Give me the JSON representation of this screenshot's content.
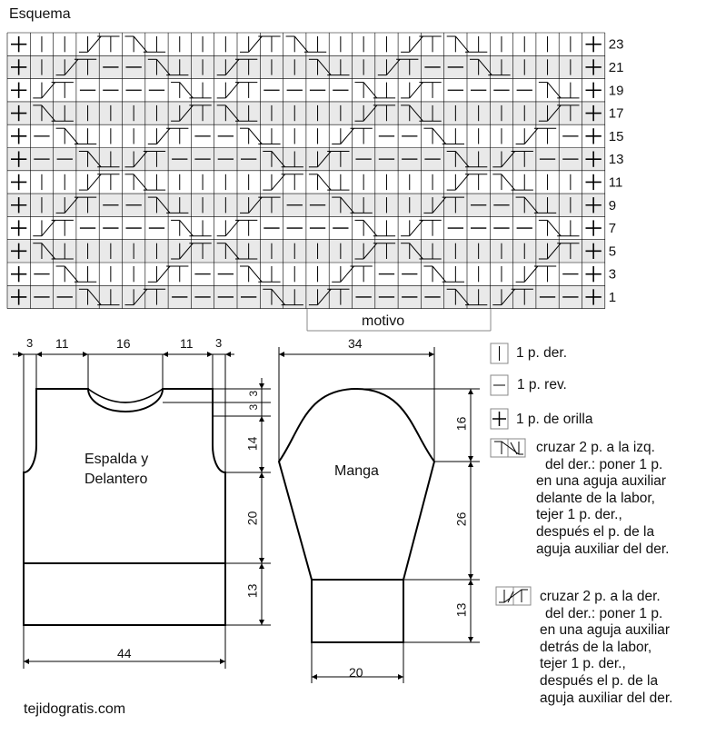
{
  "title": "Esquema",
  "motif_label": "motivo",
  "row_numbers": [
    "23",
    "21",
    "19",
    "17",
    "15",
    "13",
    "11",
    "9",
    "7",
    "5",
    "3",
    "1"
  ],
  "chart_columns": 26,
  "motif_span": {
    "from_col": 14,
    "to_col": 21
  },
  "chart_rows": [
    "E K K RX1 RX2 LX1 LX2 K K K RX1 RX2 LX1 LX2 K K K RX1 RX2 LX1 LX2 K K K K E",
    "E K RX1 RX2 P P LX1 LX2 K RX1 RX2 K K LX1 LX2 K RX1 RX2 P P LX1 LX2 K K K E",
    "E RX1 RX2 P P P P LX1 LX2 RX1 RX2 P P P P LX1 LX2 RX1 RX2 P P P P LX1 LX2 E",
    "E LX1 LX2 K K K K RX1 RX2 LX1 LX2 K K K K RX1 RX2 LX1 LX2 K K K K RX1 RX2 E",
    "E P LX1 LX2 K K RX1 RX2 P P LX1 LX2 K K RX1 RX2 P P LX1 LX2 K K RX1 RX2 P E",
    "E P P LX1 LX2 RX1 RX2 P P P P LX1 LX2 RX1 RX2 P P P P LX1 LX2 RX1 RX2 P P E",
    "E K K RX1 RX2 LX1 LX2 K K K K RX1 RX2 LX1 LX2 K K K K RX1 RX2 LX1 LX2 K K E",
    "E K RX1 RX2 P P LX1 LX2 K K RX1 RX2 P P LX1 LX2 K K RX1 RX2 P P LX1 LX2 K E",
    "E RX1 RX2 P P P P LX1 LX2 RX1 RX2 P P P P LX1 LX2 RX1 RX2 P P P P LX1 LX2 E",
    "E LX1 LX2 K K K K RX1 RX2 LX1 LX2 K K K K RX1 RX2 LX1 LX2 K K K K RX1 RX2 E",
    "E P LX1 LX2 K K RX1 RX2 P P LX1 LX2 K K RX1 RX2 P P LX1 LX2 K K RX1 RX2 P E",
    "E P P LX1 LX2 RX1 RX2 P P P P LX1 LX2 RX1 RX2 P P P P LX1 LX2 RX1 RX2 P P E"
  ],
  "body": {
    "label_line1": "Espalda y",
    "label_line2": "Delantero",
    "dim_top": [
      "3",
      "11",
      "16",
      "11",
      "3"
    ],
    "dim_right": [
      "3",
      "3",
      "14",
      "20",
      "13"
    ],
    "dim_bottom": "44"
  },
  "sleeve": {
    "label": "Manga",
    "dim_top": "34",
    "dim_right": [
      "16",
      "26",
      "13"
    ],
    "dim_bottom": "20"
  },
  "legend": {
    "knit": "1 p. der.",
    "purl": "1 p. rev.",
    "edge": "1 p. de orilla",
    "cross_left": [
      "cruzar 2 p. a la izq.",
      "del der.: poner 1 p.",
      "en una aguja auxiliar",
      "delante de la labor,",
      "tejer 1 p. der.,",
      "después el p. de la",
      "aguja auxiliar del der."
    ],
    "cross_right": [
      "cruzar 2 p. a la der.",
      "del der.: poner 1 p.",
      "en una aguja auxiliar",
      "detrás de la labor,",
      "tejer 1 p. der.,",
      "después el p. de la",
      "aguja auxiliar del der."
    ]
  },
  "site": "tejidogratis.com"
}
